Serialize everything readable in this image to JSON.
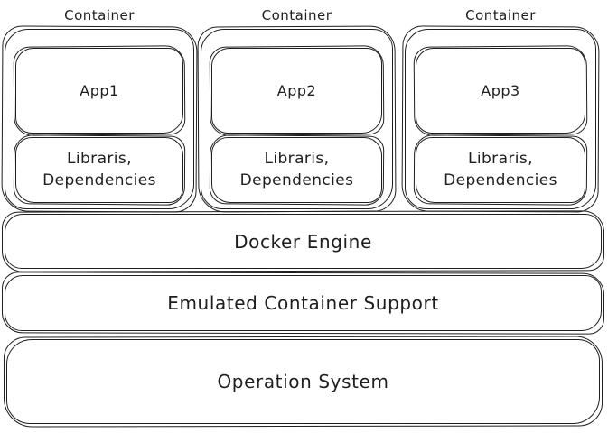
{
  "diagram": {
    "name": "docker-architecture",
    "containers": [
      {
        "label": "Container",
        "app": "App1",
        "libraries": "Libraris,\nDependencies"
      },
      {
        "label": "Container",
        "app": "App2",
        "libraries": "Libraris,\nDependencies"
      },
      {
        "label": "Container",
        "app": "App3",
        "libraries": "Libraris,\nDependencies"
      }
    ],
    "layers": [
      {
        "label": "Docker Engine"
      },
      {
        "label": "Emulated Container Support"
      },
      {
        "label": "Operation System"
      }
    ],
    "colors": {
      "stroke": "#1e1e1e",
      "background": "#ffffff"
    }
  }
}
